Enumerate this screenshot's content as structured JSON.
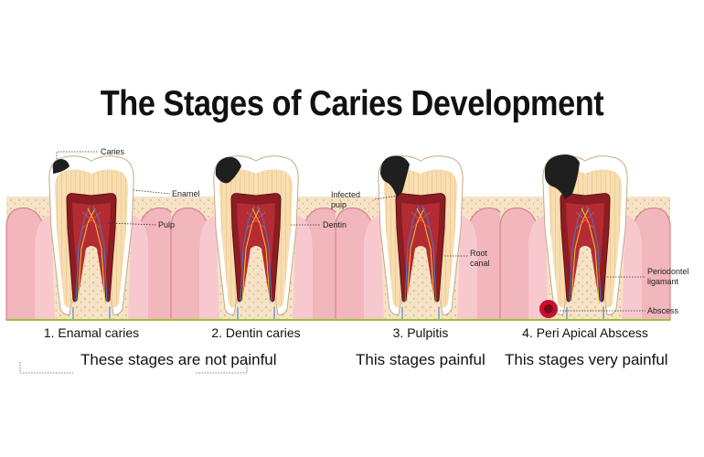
{
  "title": "The Stages of Caries Development",
  "callouts": {
    "caries": "Caries",
    "enamel": "Enamel",
    "pulp": "Pulp",
    "dentin": "Dentin",
    "infected_pulp_1": "Infected",
    "infected_pulp_2": "puip",
    "root_canal_1": "Root",
    "root_canal_2": "canal",
    "periodontal_1": "Periodontel",
    "periodontal_2": "ligamant",
    "abscess": "Abscess"
  },
  "stages": [
    {
      "label": "1. Enamal caries"
    },
    {
      "label": "2. Dentin caries"
    },
    {
      "label": "3. Pulpitis"
    },
    {
      "label": "4. Peri Apical Abscess"
    }
  ],
  "notes": {
    "not_painful": "These stages are not painful",
    "painful": "This stages painful",
    "very_painful": "This stages very painful"
  },
  "colors": {
    "gum": "#f2b6bd",
    "gum_edge": "#d9838f",
    "bone": "#f6e3c6",
    "bone_dots": "#c9ab86",
    "enamel": "#ffffff",
    "dentin": "#f7ddb0",
    "pulp": "#8c1d22",
    "caries": "#1f1f1f",
    "abscess": "#c8102e",
    "nerve_blue": "#3a7bd5",
    "nerve_yellow": "#f2c230"
  }
}
